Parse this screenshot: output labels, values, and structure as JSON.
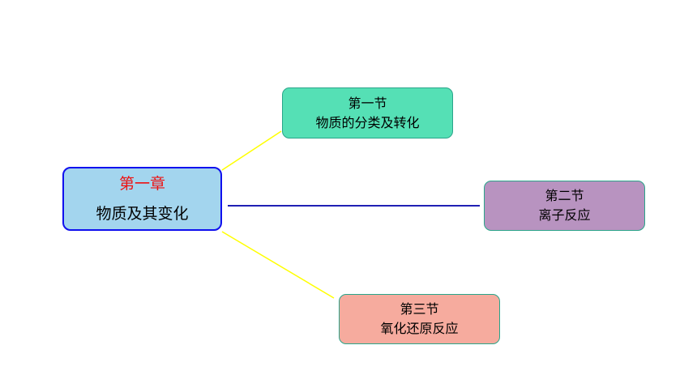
{
  "main": {
    "chapter": "第一章",
    "title": "物质及其变化",
    "chapter_color": "#ee1111",
    "fill": "#a3d5ee",
    "border": "#1010ee"
  },
  "sections": [
    {
      "number": "第一节",
      "title": "物质的分类及转化",
      "fill": "#55e0b5"
    },
    {
      "number": "第二节",
      "title": "离子反应",
      "fill": "#b893c0"
    },
    {
      "number": "第三节",
      "title": "氧化还原反应",
      "fill": "#f6ab9e"
    }
  ],
  "connectors": {
    "to_section_1": "#ffff00",
    "to_section_2": "#0000aa",
    "to_section_3": "#ffff00"
  }
}
